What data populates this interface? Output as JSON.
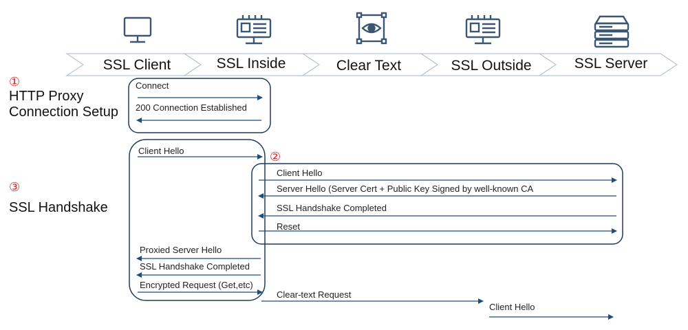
{
  "lanes": [
    {
      "label": "SSL Client",
      "icon": "monitor-icon"
    },
    {
      "label": "SSL Inside",
      "icon": "appliance-icon"
    },
    {
      "label": "Clear Text",
      "icon": "eye-icon"
    },
    {
      "label": "SSL Outside",
      "icon": "appliance-icon"
    },
    {
      "label": "SSL Server",
      "icon": "server-icon"
    }
  ],
  "phases": {
    "proxy_setup": {
      "num": "①",
      "line1": "HTTP Proxy",
      "line2": "Connection Setup"
    },
    "handshake": {
      "num": "③",
      "line1": "SSL Handshake"
    },
    "outside_num": "②"
  },
  "messages": {
    "connect": "Connect",
    "established": "200 Connection Established",
    "client_hello_1": "Client Hello",
    "client_hello_2": "Client Hello",
    "server_hello": "Server Hello (Server Cert + Public Key Signed by well-known CA",
    "handshake_completed_outside": "SSL Handshake Completed",
    "reset": "Reset",
    "proxied_server_hello": "Proxied Server Hello",
    "handshake_completed_inside": "SSL Handshake Completed",
    "encrypted_request": "Encrypted Request (Get,etc)",
    "clear_text_request": "Clear-text Request",
    "client_hello_3": "Client Hello"
  },
  "colors": {
    "arrow": "#1f4e79",
    "box": "#1f3a5a",
    "icon": "#3a5670",
    "banner_stroke": "#b9c4ce",
    "step": "#e02020"
  }
}
